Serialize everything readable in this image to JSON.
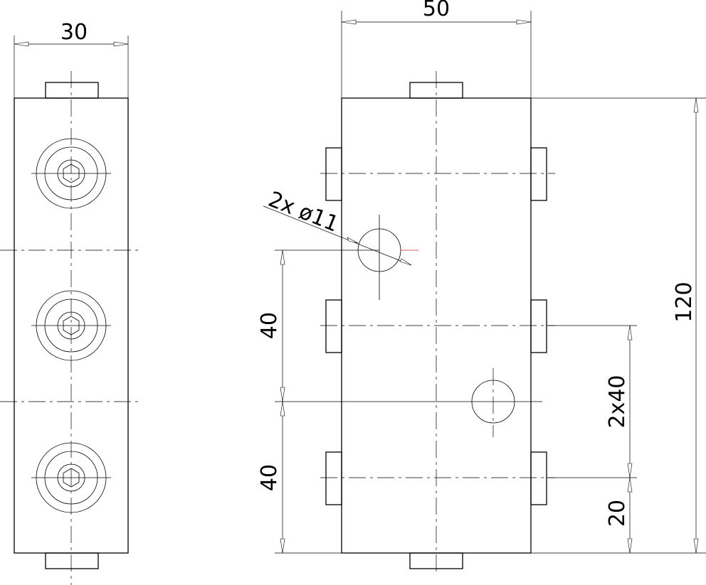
{
  "dimensions": {
    "side_width": "30",
    "front_width": "50",
    "total_height": "120",
    "hole_callout": "2x ø11",
    "upper_spacing": "40",
    "lower_spacing": "40",
    "port_spacing": "2x40",
    "bottom_offset": "20"
  }
}
